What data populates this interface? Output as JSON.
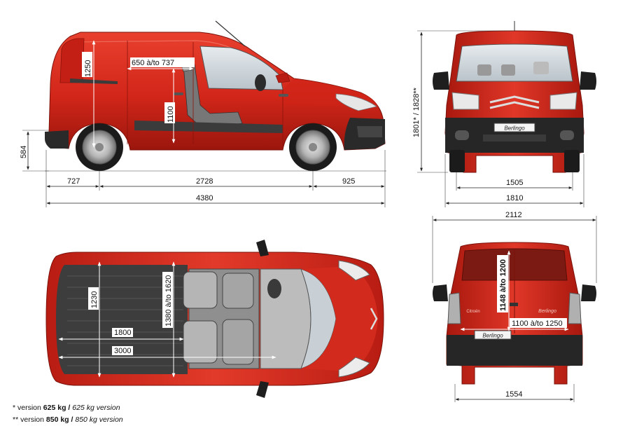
{
  "side_view": {
    "height_1250": "1250",
    "load_650_737": "650 à/to 737",
    "sill_1100": "1100",
    "ground_584": "584",
    "front_overhang": "727",
    "wheelbase": "2728",
    "rear_overhang": "925",
    "total_length": "4380"
  },
  "front_view": {
    "height_1801_1828": "1801* / 1828**",
    "track_front": "1505",
    "width_body": "1810",
    "badge": "Berlingo"
  },
  "top_view": {
    "width_1230": "1230",
    "width_1380_1620": "1380 à/to 1620",
    "length_1800": "1800",
    "length_3000": "3000"
  },
  "rear_view": {
    "width_mirrors": "2112",
    "door_height": "1148 à/to 1200",
    "door_width": "1100 à/to 1250",
    "track_rear": "1554",
    "badge_plate": "Berlingo",
    "badge_door": "Berlingo",
    "badge_small": "Citroën"
  },
  "footnotes": {
    "note1_star": "*",
    "note1_prefix": "version",
    "note1_bold": "625 kg",
    "note1_sep": "/",
    "note1_italic": "625 kg version",
    "note2_star": "**",
    "note2_prefix": "version",
    "note2_bold": "850 kg",
    "note2_sep": "/",
    "note2_italic": "850 kg version"
  },
  "colors": {
    "body_red": "#d8291c",
    "body_dark": "#8f140c",
    "bumper": "#2a2a2a",
    "glass": "#cfd6db",
    "cargo": "#3c3c3c"
  }
}
